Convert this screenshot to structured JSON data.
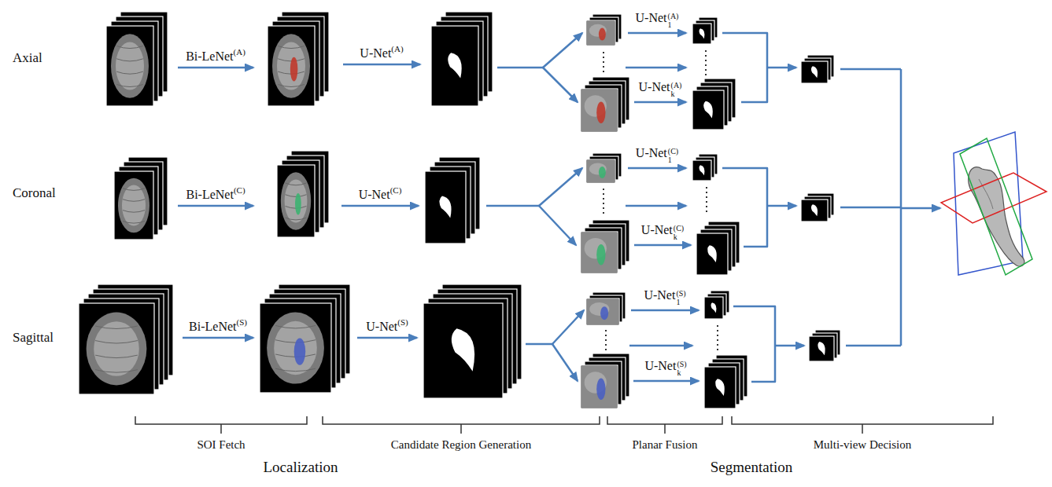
{
  "diagram": {
    "labels": [
      "Axial",
      "Coronal",
      "Sagittal",
      "Bi-LeNet",
      "(A)",
      "U-Net",
      "(A)",
      "U-Net",
      "1",
      "(A)",
      "U-Net",
      "k",
      "(A)",
      "Bi-LeNet",
      "(C)",
      "U-Net",
      "(C)",
      "U-Net",
      "1",
      "(C)",
      "U-Net",
      "k",
      "(C)",
      "Bi-LeNet",
      "(S)",
      "U-Net",
      "(S)",
      "U-Net",
      "1",
      "(S)",
      "U-Net",
      "k",
      "(S)",
      "SOI Fetch",
      "Candidate Region Generation",
      "Planar Fusion",
      "Multi-view Decision",
      "Localization",
      "Segmentation"
    ]
  }
}
